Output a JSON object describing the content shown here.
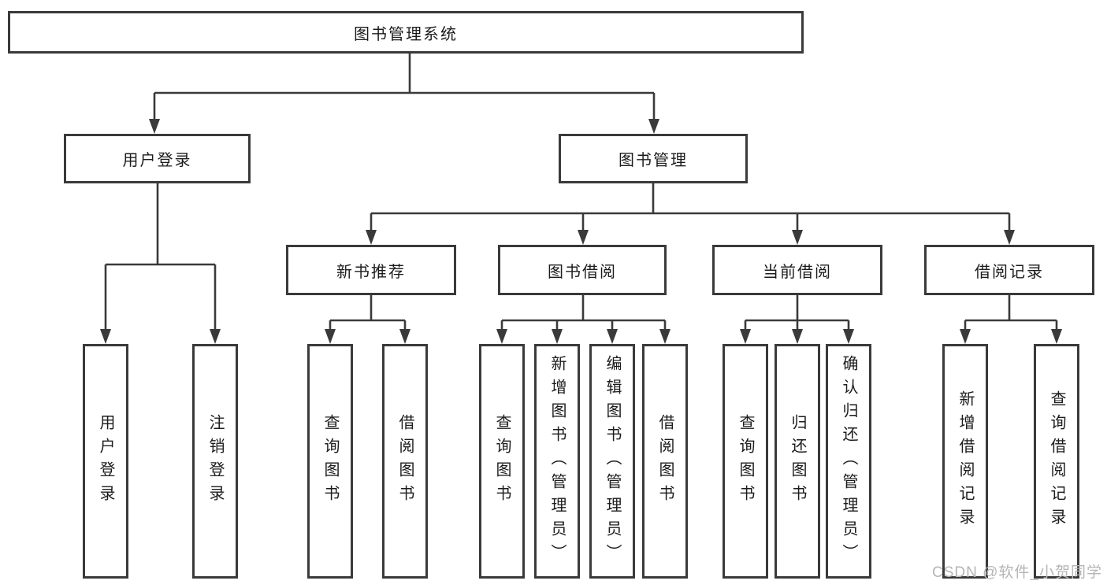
{
  "diagram": {
    "type": "tree",
    "title": "图书管理系统",
    "colors": {
      "line": "#3a3a3a",
      "box_border": "#3a3a3a",
      "box_bg": "#ffffff",
      "text": "#1c1c1c",
      "watermark": "#b5b5b5"
    },
    "nodes": {
      "root": "图书管理系统",
      "user_login": "用户登录",
      "book_mgmt": "图书管理",
      "new_book_rec": "新书推荐",
      "book_borrow": "图书借阅",
      "current_borrow": "当前借阅",
      "borrow_records": "借阅记录",
      "leaf_user_login": "用户登录",
      "leaf_logout": "注销登录",
      "leaf_nbr_query": "查询图书",
      "leaf_nbr_borrow": "借阅图书",
      "leaf_bb_query": "查询图书",
      "leaf_bb_add": "新增图书（管理员）",
      "leaf_bb_edit": "编辑图书（管理员）",
      "leaf_bb_borrow": "借阅图书",
      "leaf_cb_query": "查询图书",
      "leaf_cb_return": "归还图书",
      "leaf_cb_confirm": "确认归还（管理员）",
      "leaf_br_add": "新增借阅记录",
      "leaf_br_query": "查询借阅记录"
    },
    "tree": {
      "label": "图书管理系统",
      "children": [
        {
          "label": "用户登录",
          "children": [
            {
              "label": "用户登录"
            },
            {
              "label": "注销登录"
            }
          ]
        },
        {
          "label": "图书管理",
          "children": [
            {
              "label": "新书推荐",
              "children": [
                {
                  "label": "查询图书"
                },
                {
                  "label": "借阅图书"
                }
              ]
            },
            {
              "label": "图书借阅",
              "children": [
                {
                  "label": "查询图书"
                },
                {
                  "label": "新增图书（管理员）"
                },
                {
                  "label": "编辑图书（管理员）"
                },
                {
                  "label": "借阅图书"
                }
              ]
            },
            {
              "label": "当前借阅",
              "children": [
                {
                  "label": "查询图书"
                },
                {
                  "label": "归还图书"
                },
                {
                  "label": "确认归还（管理员）"
                }
              ]
            },
            {
              "label": "借阅记录",
              "children": [
                {
                  "label": "新增借阅记录"
                },
                {
                  "label": "查询借阅记录"
                }
              ]
            }
          ]
        }
      ]
    }
  },
  "watermark": {
    "text": "CSDN @软件_小贺同学"
  }
}
